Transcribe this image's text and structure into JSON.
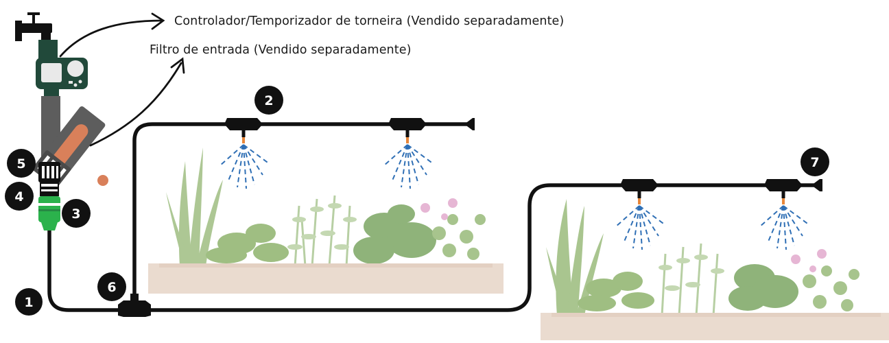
{
  "annotations": {
    "timer_label": "Controlador/Temporizador de torneira (Vendido separadamente)",
    "filter_label": "Filtro de entrada (Vendido separadamente)"
  },
  "badges": [
    "1",
    "2",
    "3",
    "4",
    "5",
    "6",
    "7"
  ],
  "colors": {
    "tubing": "#111111",
    "spray": "#2f6fb5",
    "nozzle": "#e8873a",
    "timer_body": "#21493a",
    "filter_body": "#5d5d5d",
    "filter_element": "#d9805a",
    "connector_green": "#2bb24c",
    "planter": "#eadbcf",
    "foliage": "#a9c58f"
  },
  "icons": [
    "faucet-icon",
    "timer-icon",
    "filter-icon",
    "emitter-icon",
    "tee-connector-icon",
    "end-cap-icon",
    "planter-icon"
  ]
}
